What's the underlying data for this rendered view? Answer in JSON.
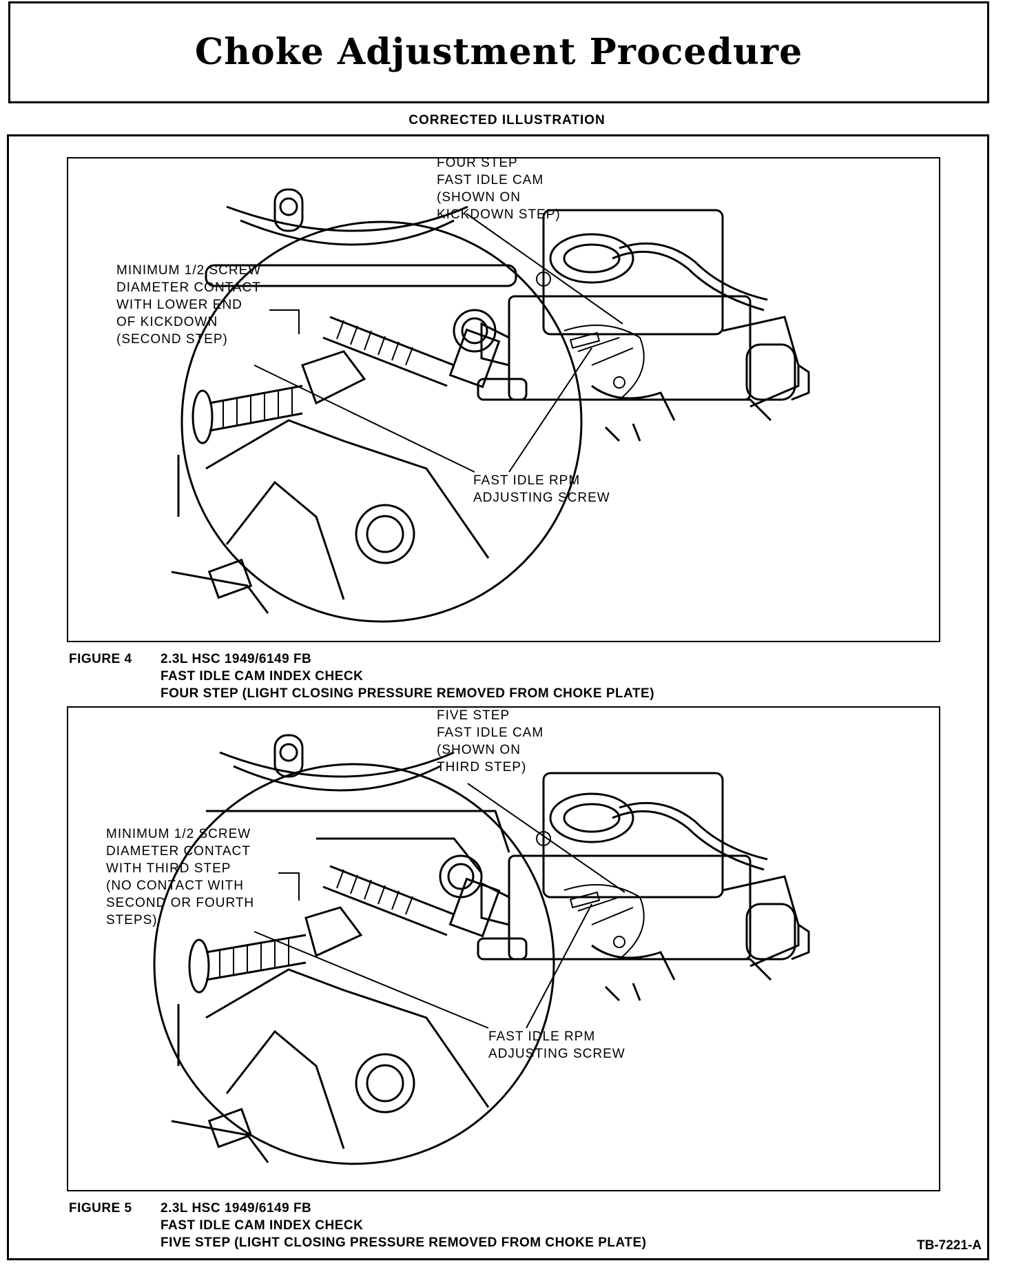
{
  "page": {
    "title": "Choke Adjustment Procedure",
    "subtitle": "CORRECTED ILLUSTRATION",
    "document_number": "TB-7221-A"
  },
  "figures": [
    {
      "id": "FIGURE 4",
      "caption_lines": [
        "2.3L HSC 1949/6149 FB",
        "FAST IDLE CAM INDEX CHECK",
        "FOUR STEP (LIGHT CLOSING PRESSURE REMOVED FROM CHOKE PLATE)"
      ],
      "callouts": {
        "cam": [
          "FOUR STEP",
          "FAST IDLE CAM",
          "(SHOWN ON",
          "KICKDOWN STEP)"
        ],
        "contact": [
          "MINIMUM 1/2 SCREW",
          "DIAMETER CONTACT",
          "WITH LOWER END",
          "OF KICKDOWN",
          "(SECOND STEP)"
        ],
        "screw": [
          "FAST IDLE RPM",
          "ADJUSTING SCREW"
        ]
      }
    },
    {
      "id": "FIGURE 5",
      "caption_lines": [
        "2.3L HSC 1949/6149 FB",
        "FAST IDLE CAM INDEX CHECK",
        "FIVE STEP (LIGHT CLOSING PRESSURE REMOVED FROM CHOKE PLATE)"
      ],
      "callouts": {
        "cam": [
          "FIVE STEP",
          "FAST IDLE CAM",
          "(SHOWN ON",
          "THIRD STEP)"
        ],
        "contact": [
          "MINIMUM 1/2 SCREW",
          "DIAMETER CONTACT",
          "WITH THIRD STEP",
          "(NO CONTACT WITH",
          "SECOND OR FOURTH",
          "STEPS)"
        ],
        "screw": [
          "FAST IDLE RPM",
          "ADJUSTING SCREW"
        ]
      }
    }
  ]
}
